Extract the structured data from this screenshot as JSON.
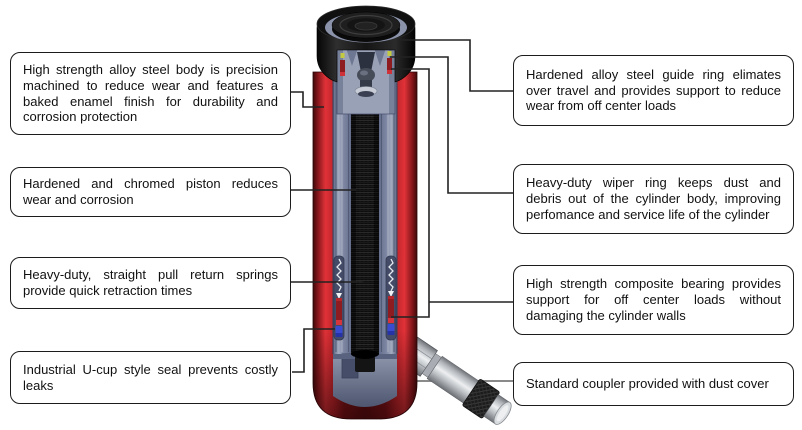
{
  "diagram": {
    "subject": "hydraulic cylinder cutaway with feature callouts",
    "callouts_left": [
      {
        "id": "body",
        "text": "High strength alloy steel body is precision machined to reduce wear and features a baked enamel finish for durability and corrosion protection"
      },
      {
        "id": "piston",
        "text": "Hardened and chromed piston reduces wear and corrosion"
      },
      {
        "id": "return-springs",
        "text": "Heavy-duty, straight pull return springs provide quick retraction times"
      },
      {
        "id": "u-cup-seal",
        "text": "Industrial U-cup style seal prevents costly leaks"
      }
    ],
    "callouts_right": [
      {
        "id": "guide-ring",
        "text": "Hardened alloy steel guide ring elimates over travel and provides support to reduce wear from off center loads"
      },
      {
        "id": "wiper-ring",
        "text": "Heavy-duty wiper ring keeps dust and debris out of the cylinder body, improving perfomance and service life of the cylinder"
      },
      {
        "id": "composite-bearing",
        "text": "High strength composite bearing provides support for off center loads without damaging the cylinder walls"
      },
      {
        "id": "coupler",
        "text": "Standard coupler provided with dust cover"
      }
    ],
    "colors": {
      "body_red": "#cf2027",
      "wall_slate": "#8b93ab",
      "piston_black": "#161616",
      "bearing_red": "#8e1b20",
      "seal_blue": "#3a4bd0",
      "wiper_yellow": "#c4ca40",
      "coupler_silver": "#c9ccd0",
      "leader_line": "#222222",
      "coupler_leader_gray": "#8a8a8a",
      "box_border": "#1c1c1c",
      "background": "#ffffff"
    }
  }
}
